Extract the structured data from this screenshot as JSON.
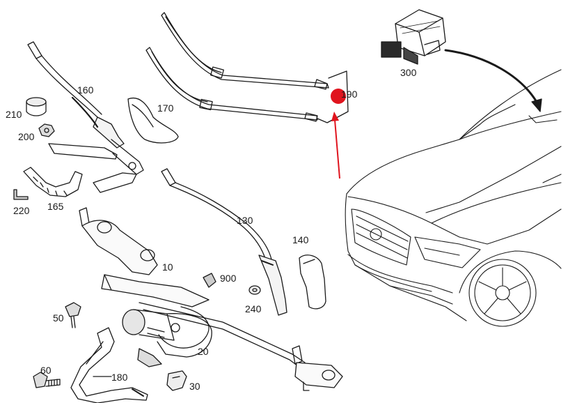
{
  "diagram": {
    "part_numbers": {
      "p10": "10",
      "p20": "20",
      "p30": "30",
      "p50": "50",
      "p60": "60",
      "p130": "130",
      "p140": "140",
      "p160": "160",
      "p165": "165",
      "p170": "170",
      "p180": "180",
      "p190": "190",
      "p200": "200",
      "p210": "210",
      "p220": "220",
      "p240": "240",
      "p300": "300",
      "p900": "900"
    },
    "colors": {
      "line": "#1a1a1a",
      "highlight_marker": "#e0141e",
      "pointer_arrow": "#e0141e",
      "background": "#ffffff"
    }
  }
}
